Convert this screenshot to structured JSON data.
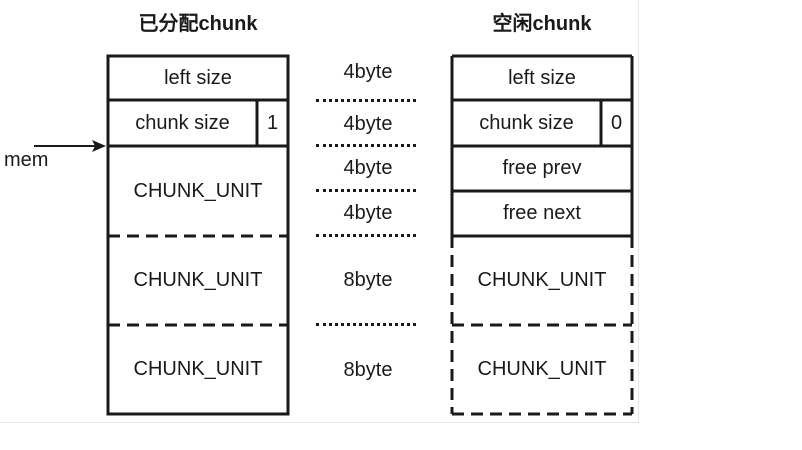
{
  "allocated": {
    "title": "已分配chunk",
    "left_size": "left size",
    "chunk_size": "chunk size",
    "flag": "1",
    "unit1": "CHUNK_UNIT",
    "unit2": "CHUNK_UNIT",
    "unit3": "CHUNK_UNIT"
  },
  "free": {
    "title": "空闲chunk",
    "left_size": "left size",
    "chunk_size": "chunk size",
    "flag": "0",
    "free_prev": "free prev",
    "free_next": "free next",
    "unit1": "CHUNK_UNIT",
    "unit2": "CHUNK_UNIT"
  },
  "sizes": [
    "4byte",
    "4byte",
    "4byte",
    "4byte",
    "8byte",
    "8byte"
  ],
  "pointer_label": "mem"
}
